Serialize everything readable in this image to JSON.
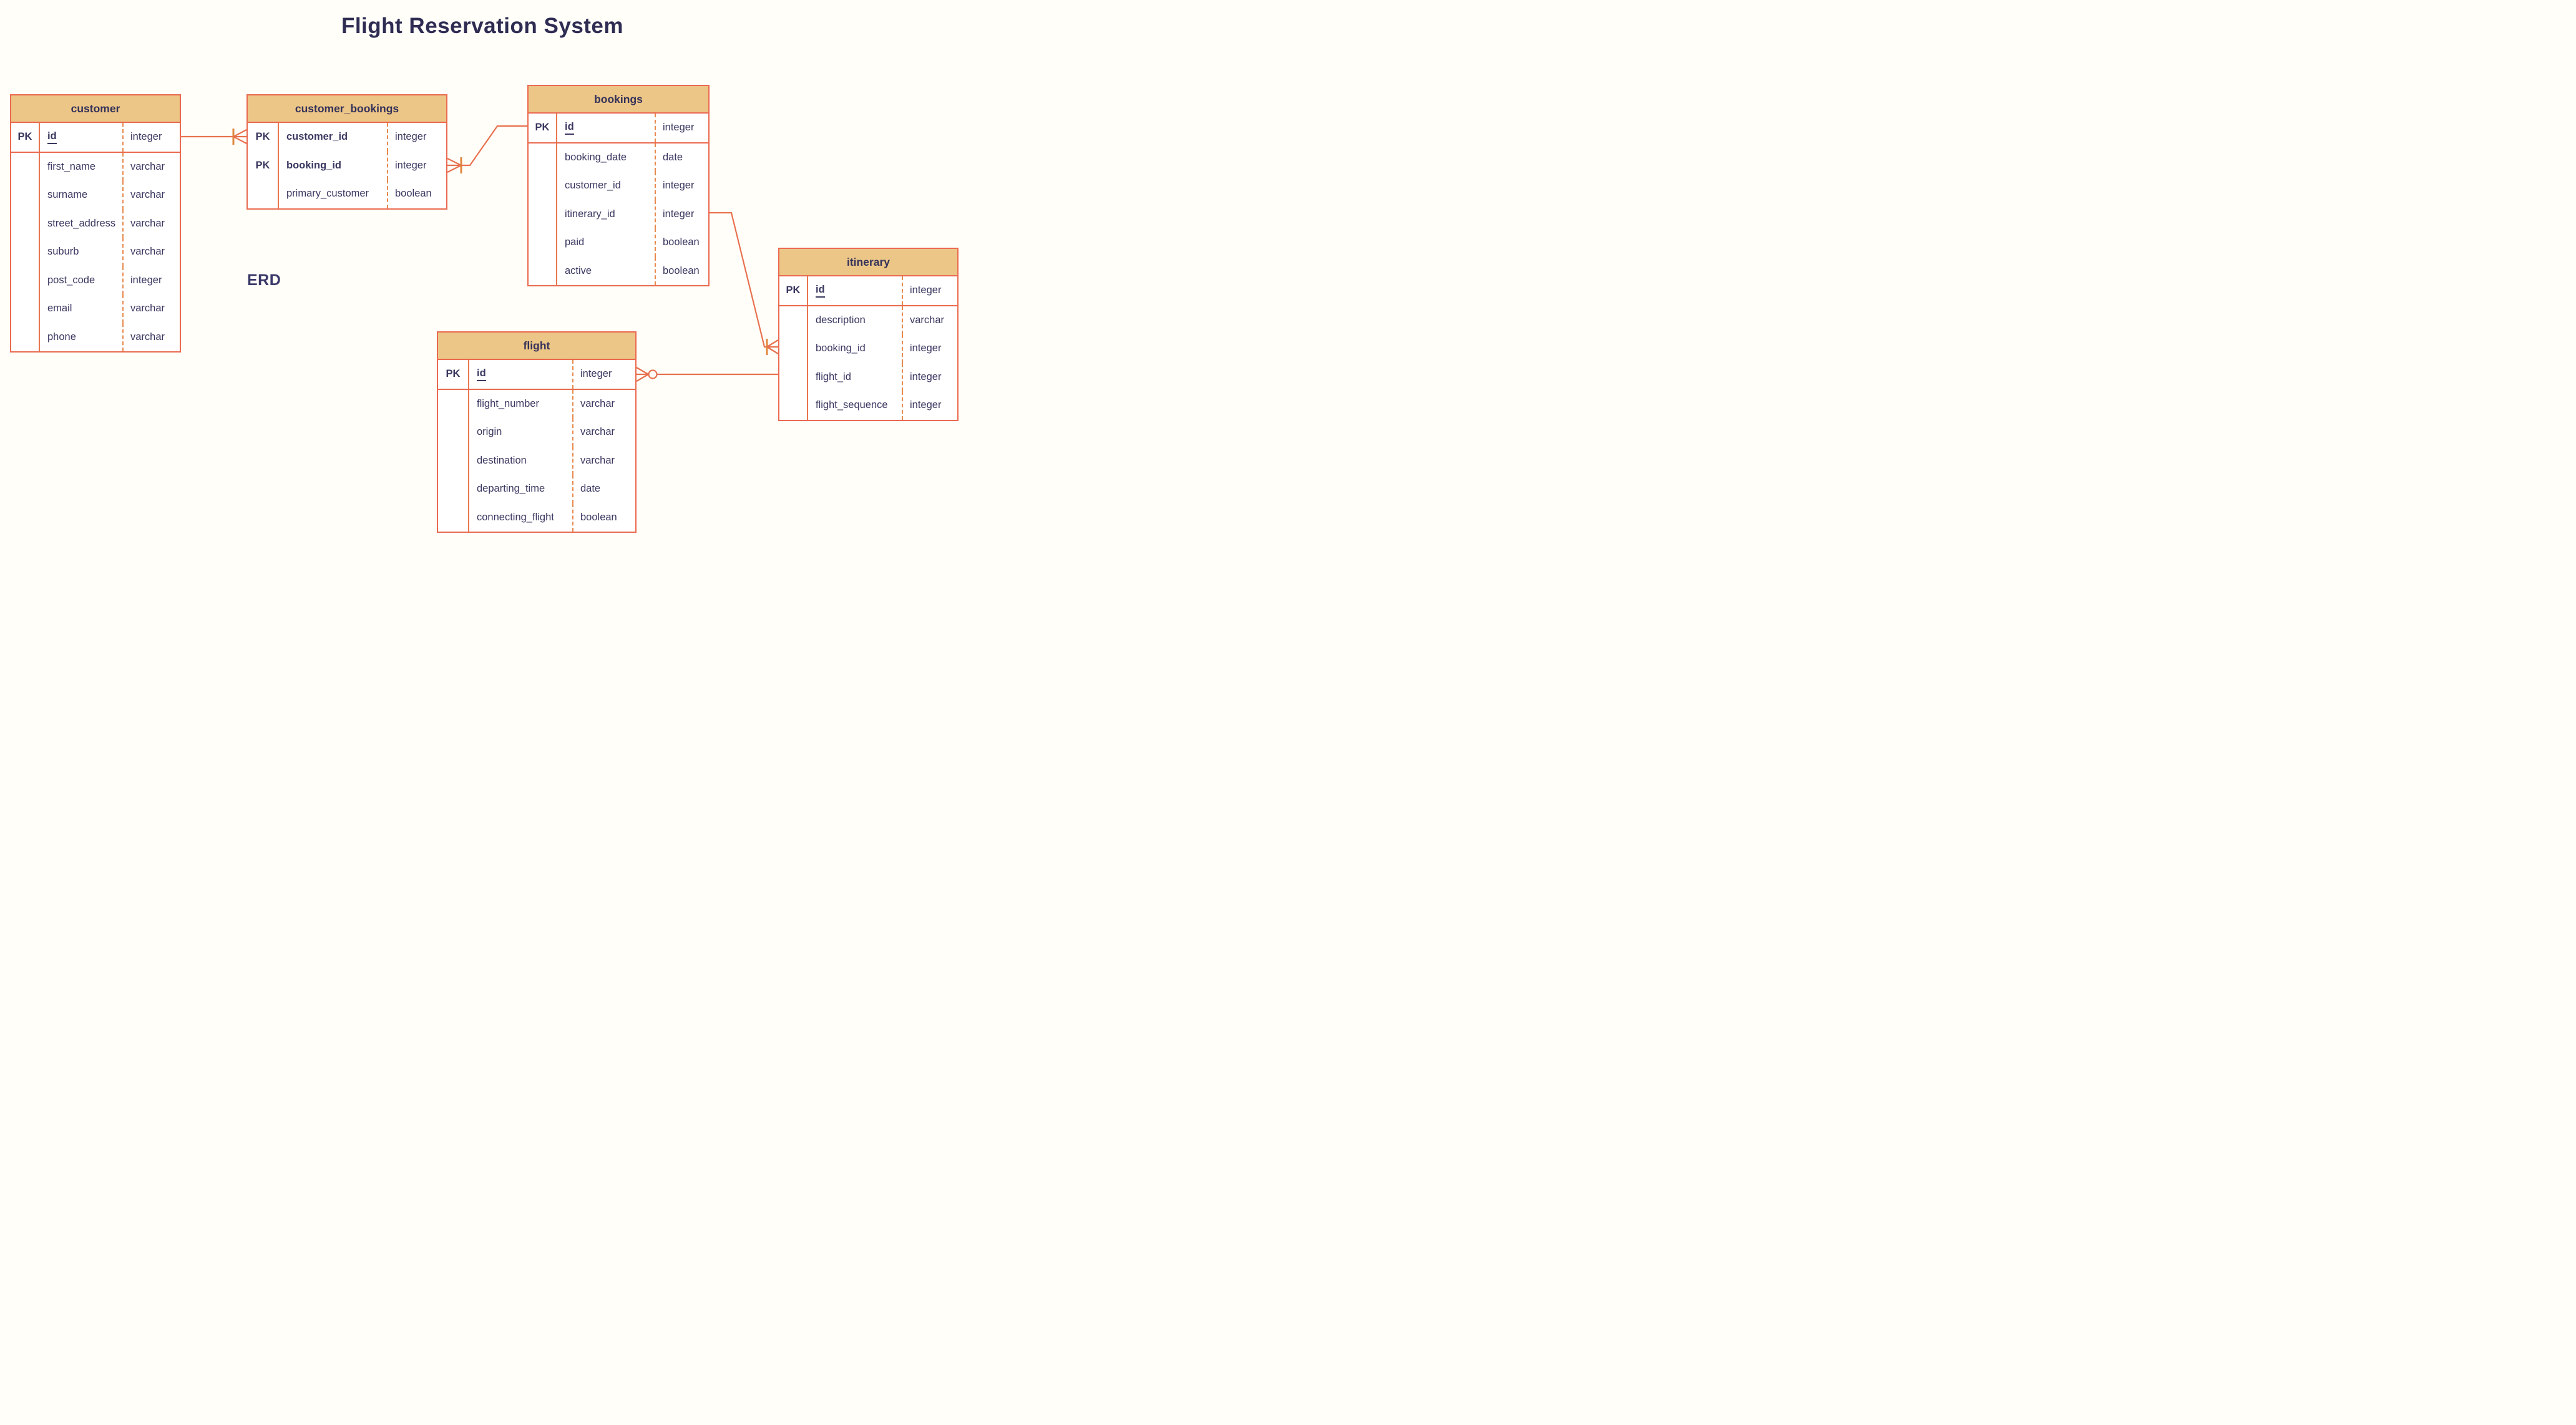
{
  "title": "Flight Reservation System",
  "erd_label": "ERD",
  "colors": {
    "header_fill": "#ECC687",
    "border": "#EA6A50",
    "dashed_divider": "#E78A4F",
    "text": "#3A3860",
    "title_text": "#2E2C52",
    "background": "#FFFEF9"
  },
  "tables": [
    {
      "id": "customer",
      "title": "customer",
      "sections": [
        {
          "rows": [
            {
              "key": "PK",
              "name": "id",
              "type": "integer",
              "pk": true
            }
          ]
        },
        {
          "rows": [
            {
              "key": "",
              "name": "first_name",
              "type": "varchar"
            },
            {
              "key": "",
              "name": "surname",
              "type": "varchar"
            },
            {
              "key": "",
              "name": "street_address",
              "type": "varchar"
            },
            {
              "key": "",
              "name": "suburb",
              "type": "varchar"
            },
            {
              "key": "",
              "name": "post_code",
              "type": "integer"
            },
            {
              "key": "",
              "name": "email",
              "type": "varchar"
            },
            {
              "key": "",
              "name": "phone",
              "type": "varchar"
            }
          ]
        }
      ]
    },
    {
      "id": "customer_bookings",
      "title": "customer_bookings",
      "sections": [
        {
          "rows": [
            {
              "key": "PK",
              "name": "customer_id",
              "type": "integer",
              "bold": true
            },
            {
              "key": "PK",
              "name": "booking_id",
              "type": "integer",
              "bold": true
            },
            {
              "key": "",
              "name": "primary_customer",
              "type": "boolean"
            }
          ]
        }
      ]
    },
    {
      "id": "bookings",
      "title": "bookings",
      "sections": [
        {
          "rows": [
            {
              "key": "PK",
              "name": "id",
              "type": "integer",
              "pk": true
            }
          ]
        },
        {
          "rows": [
            {
              "key": "",
              "name": "booking_date",
              "type": "date"
            },
            {
              "key": "",
              "name": "customer_id",
              "type": "integer"
            },
            {
              "key": "",
              "name": "itinerary_id",
              "type": "integer"
            },
            {
              "key": "",
              "name": "paid",
              "type": "boolean"
            },
            {
              "key": "",
              "name": "active",
              "type": "boolean"
            }
          ]
        }
      ]
    },
    {
      "id": "itinerary",
      "title": "itinerary",
      "sections": [
        {
          "rows": [
            {
              "key": "PK",
              "name": "id",
              "type": "integer",
              "pk": true
            }
          ]
        },
        {
          "rows": [
            {
              "key": "",
              "name": "description",
              "type": "varchar"
            },
            {
              "key": "",
              "name": "booking_id",
              "type": "integer"
            },
            {
              "key": "",
              "name": "flight_id",
              "type": "integer"
            },
            {
              "key": "",
              "name": "flight_sequence",
              "type": "integer"
            }
          ]
        }
      ]
    },
    {
      "id": "flight",
      "title": "flight",
      "sections": [
        {
          "rows": [
            {
              "key": "PK",
              "name": "id",
              "type": "integer",
              "pk": true
            }
          ]
        },
        {
          "rows": [
            {
              "key": "",
              "name": "flight_number",
              "type": "varchar"
            },
            {
              "key": "",
              "name": "origin",
              "type": "varchar"
            },
            {
              "key": "",
              "name": "destination",
              "type": "varchar"
            },
            {
              "key": "",
              "name": "departing_time",
              "type": "date"
            },
            {
              "key": "",
              "name": "connecting_flight",
              "type": "boolean"
            }
          ]
        }
      ]
    }
  ],
  "relationships": [
    {
      "from": "customer.id",
      "to": "customer_bookings.customer_id",
      "from_end": "plain",
      "to_end": "one-many"
    },
    {
      "from": "bookings.id",
      "to": "customer_bookings.booking_id",
      "from_end": "plain",
      "to_end": "one-many"
    },
    {
      "from": "bookings.itinerary_id",
      "to": "itinerary.booking_id",
      "from_end": "plain",
      "to_end": "one-many"
    },
    {
      "from": "itinerary.flight_id",
      "to": "flight.id",
      "from_end": "plain",
      "to_end": "zero-many"
    }
  ]
}
